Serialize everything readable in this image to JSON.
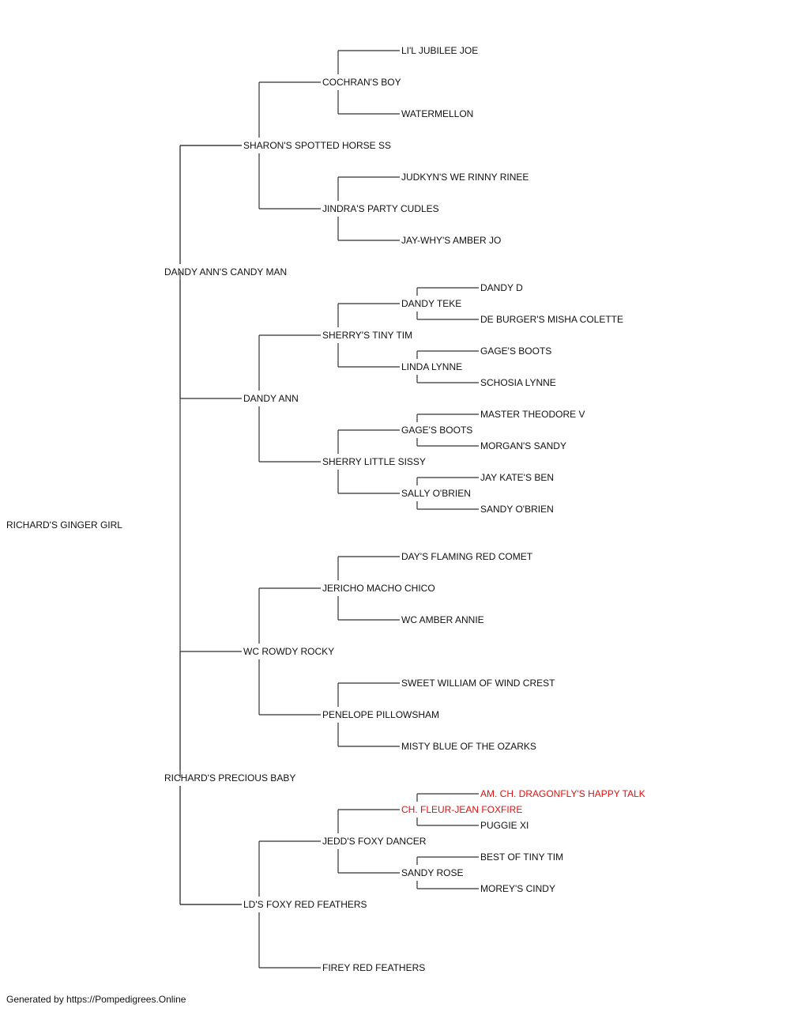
{
  "subject": {
    "name": "RICHARD'S GINGER GIRL",
    "sire": {
      "name": "DANDY ANN'S CANDY MAN",
      "sire": {
        "name": "SHARON'S SPOTTED HORSE SS",
        "sire": {
          "name": "COCHRAN'S BOY",
          "sire": {
            "name": "LI'L JUBILEE JOE"
          },
          "dam": {
            "name": "WATERMELLON"
          }
        },
        "dam": {
          "name": "JINDRA'S PARTY CUDLES",
          "sire": {
            "name": "JUDKYN'S WE RINNY RINEE"
          },
          "dam": {
            "name": "JAY-WHY'S AMBER JO"
          }
        }
      },
      "dam": {
        "name": "DANDY ANN",
        "sire": {
          "name": "SHERRY'S TINY TIM",
          "sire": {
            "name": "DANDY TEKE",
            "sire": {
              "name": "DANDY D"
            },
            "dam": {
              "name": "DE BURGER'S MISHA COLETTE"
            }
          },
          "dam": {
            "name": "LINDA LYNNE",
            "sire": {
              "name": "GAGE'S BOOTS"
            },
            "dam": {
              "name": "SCHOSIA LYNNE"
            }
          }
        },
        "dam": {
          "name": "SHERRY LITTLE SISSY",
          "sire": {
            "name": "GAGE'S BOOTS",
            "sire": {
              "name": "MASTER THEODORE V"
            },
            "dam": {
              "name": "MORGAN'S SANDY"
            }
          },
          "dam": {
            "name": "SALLY O'BRIEN",
            "sire": {
              "name": "JAY KATE'S BEN"
            },
            "dam": {
              "name": "SANDY O'BRIEN"
            }
          }
        }
      }
    },
    "dam": {
      "name": "RICHARD'S PRECIOUS BABY",
      "sire": {
        "name": "WC ROWDY ROCKY",
        "sire": {
          "name": "JERICHO MACHO CHICO",
          "sire": {
            "name": "DAY'S FLAMING RED COMET"
          },
          "dam": {
            "name": "WC AMBER ANNIE"
          }
        },
        "dam": {
          "name": "PENELOPE PILLOWSHAM",
          "sire": {
            "name": "SWEET WILLIAM OF WIND CREST"
          },
          "dam": {
            "name": "MISTY BLUE OF THE OZARKS"
          }
        }
      },
      "dam": {
        "name": "LD'S FOXY RED FEATHERS",
        "sire": {
          "name": "JEDD'S FOXY DANCER",
          "sire": {
            "name": "CH. FLEUR-JEAN FOXFIRE",
            "champion": true,
            "sire": {
              "name": "AM. CH. DRAGONFLY'S HAPPY TALK",
              "champion": true
            },
            "dam": {
              "name": "PUGGIE XI"
            }
          },
          "dam": {
            "name": "SANDY ROSE",
            "sire": {
              "name": "BEST OF TINY TIM"
            },
            "dam": {
              "name": "MOREY'S CINDY"
            }
          }
        },
        "dam": {
          "name": "FIREY RED FEATHERS"
        }
      }
    }
  },
  "footer": "Generated by https://Pompedigrees.Online",
  "colors": {
    "text": "#111111",
    "line": "#333333",
    "champion": "#dd1111"
  }
}
